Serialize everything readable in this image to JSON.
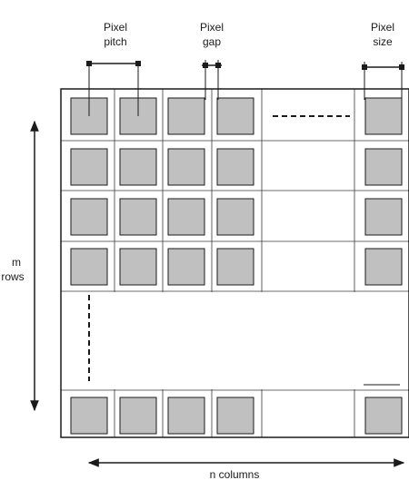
{
  "labels": {
    "pixel_pitch": [
      "Pixel",
      "pitch"
    ],
    "pixel_gap": [
      "Pixel",
      "gap"
    ],
    "pixel_size": [
      "Pixel",
      "size"
    ],
    "m_rows": [
      "m",
      "rows"
    ],
    "n_columns": "n columns"
  },
  "colors": {
    "pixel_fill": "#c0c0c0",
    "line": "#1a1a1a",
    "grid": "#3a3a3a",
    "background": "#ffffff"
  }
}
